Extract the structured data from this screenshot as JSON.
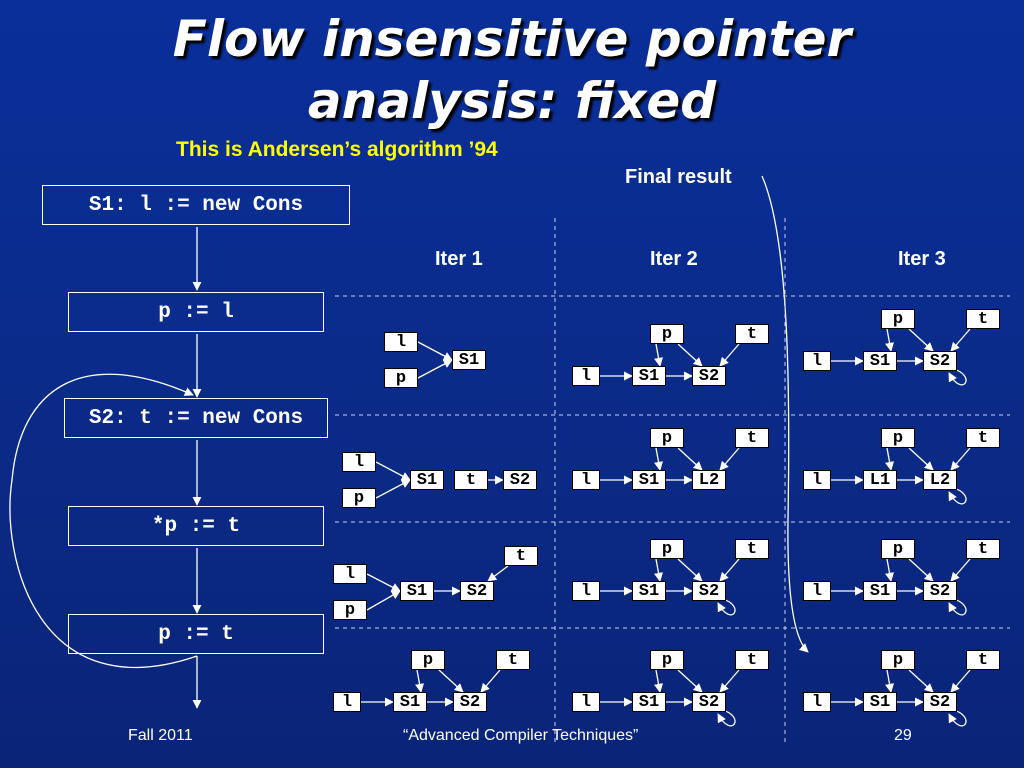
{
  "title_line1": "Flow insensitive pointer",
  "title_line2": "analysis: fixed",
  "subtitle": "This is Andersen’s algorithm ’94",
  "final_result_label": "Final result",
  "statements": [
    "S1: l := new Cons",
    "p := l",
    "S2: t := new Cons",
    "*p := t",
    "p := t"
  ],
  "iterations": [
    "Iter 1",
    "Iter 2",
    "Iter 3"
  ],
  "node_labels": {
    "l": "l",
    "p": "p",
    "t": "t",
    "S1": "S1",
    "S2": "S2",
    "L1": "L1",
    "L2": "L2"
  },
  "footer": {
    "left": "Fall 2011",
    "center": "“Advanced Compiler Techniques”",
    "page": "29"
  },
  "colors": {
    "background": "#0b2a8c",
    "title": "#ffffff",
    "subtitle": "#ffff00",
    "node_fill": "#ffffff"
  }
}
